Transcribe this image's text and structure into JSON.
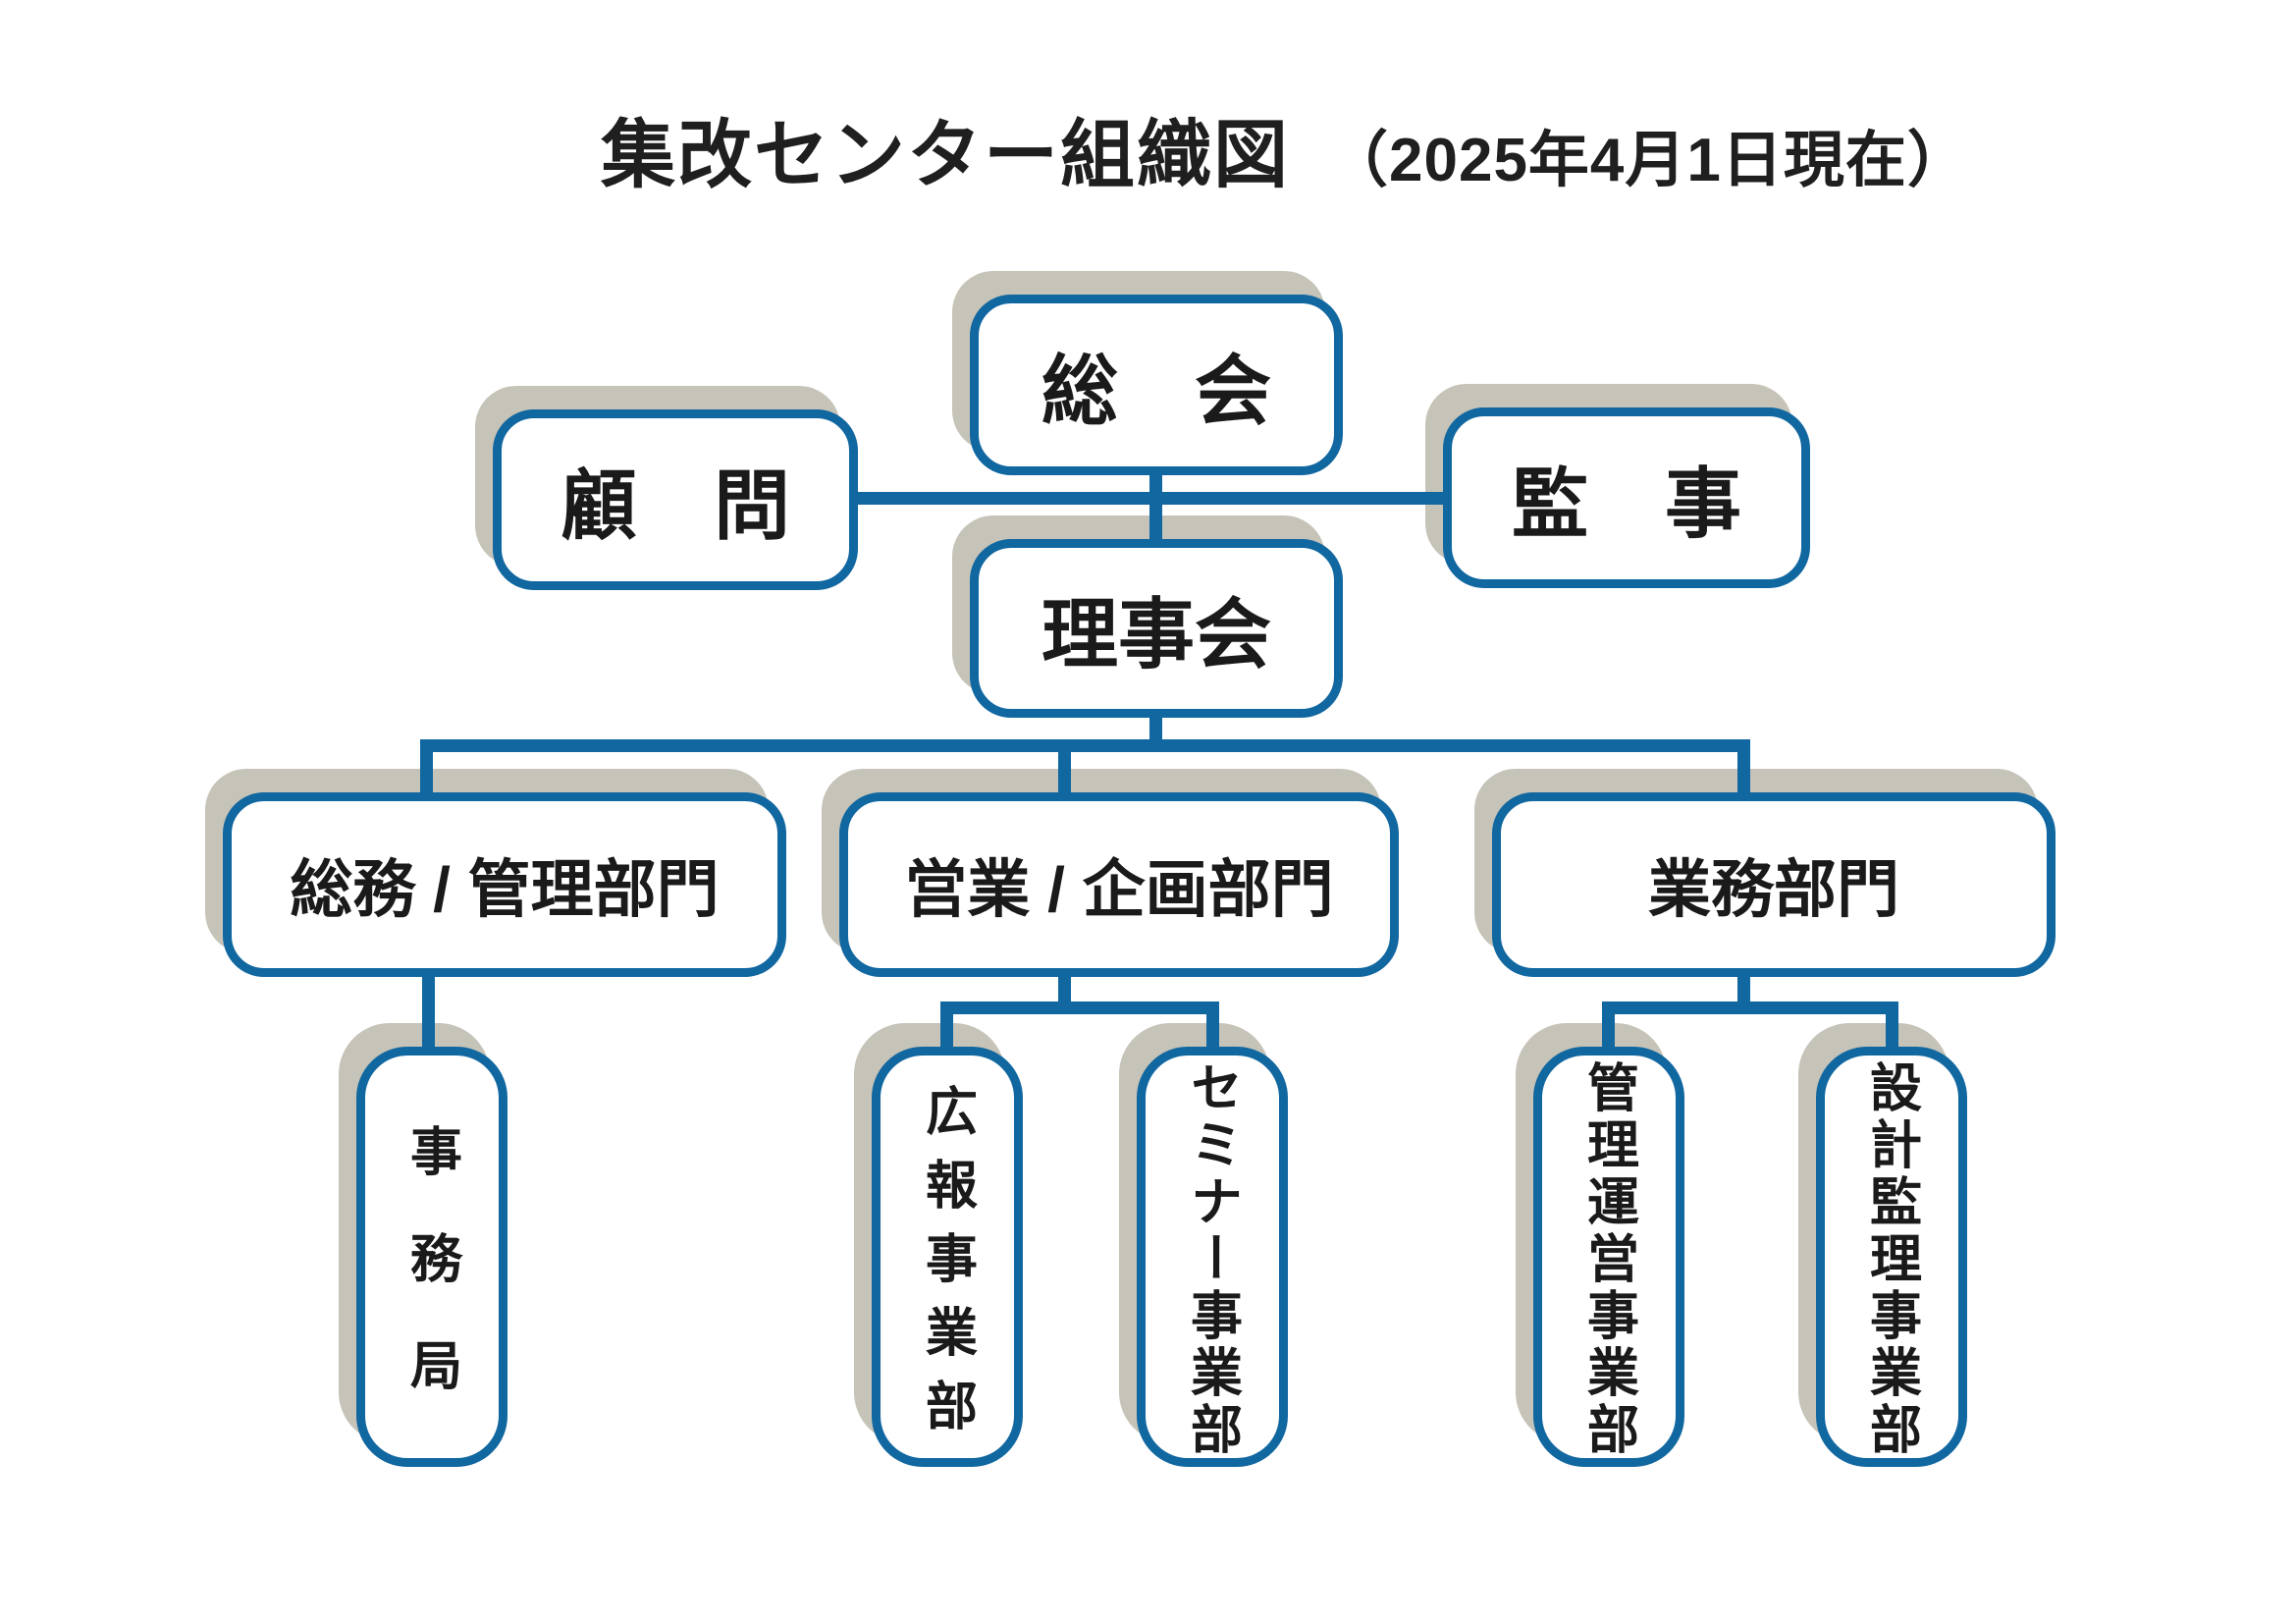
{
  "title": {
    "main": "集改センター組織図",
    "date": "（2025年4月1日現在）"
  },
  "colors": {
    "line_blue": "#1167a0",
    "box_border_blue": "#1167a0",
    "box_shadow_gray": "#c6c3b8",
    "text_black": "#1f1f1f",
    "background": "#ffffff"
  },
  "org": {
    "assembly": {
      "label": "総　会"
    },
    "advisor": {
      "label": "顧　問"
    },
    "auditor": {
      "label": "監　事"
    },
    "board": {
      "label": "理事会"
    },
    "departments": [
      {
        "label": "総務 / 管理部門",
        "children": [
          {
            "label": "事務局"
          }
        ]
      },
      {
        "label": "営業 / 企画部門",
        "children": [
          {
            "label": "広報事業部"
          },
          {
            "label": "セミナー事業部"
          }
        ]
      },
      {
        "label": "業務部門",
        "children": [
          {
            "label": "管理運営事業部"
          },
          {
            "label": "設計監理事業部"
          }
        ]
      }
    ]
  }
}
